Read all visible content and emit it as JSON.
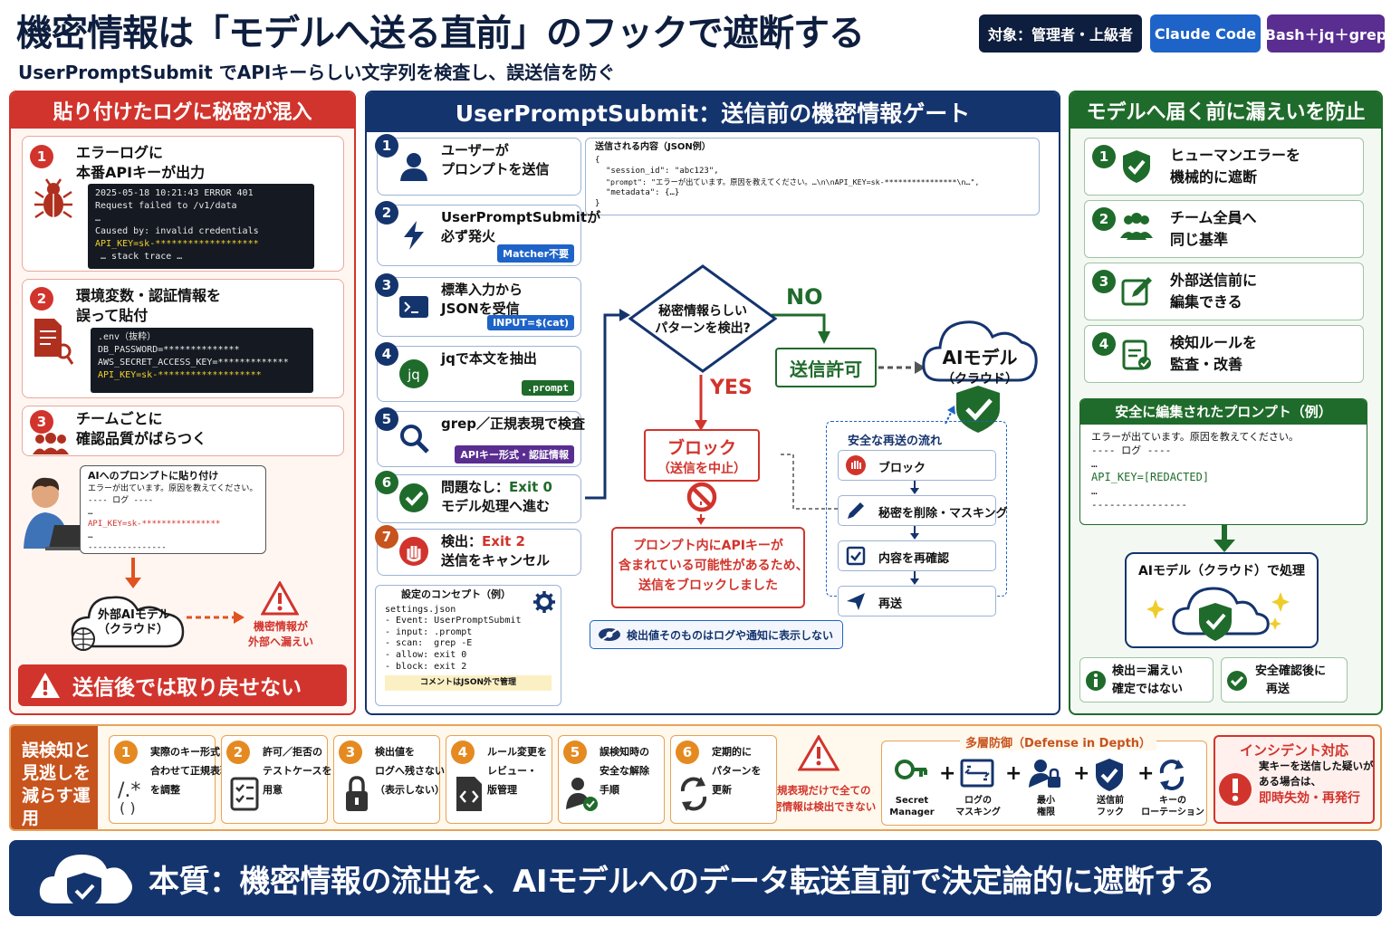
{
  "header": {
    "title": "機密情報は「モデルへ送る直前」のフックで遮断する",
    "subtitle": "UserPromptSubmit でAPIキーらしい文字列を検査し、誤送信を防ぐ",
    "tags": [
      "対象：管理者・上級者",
      "Claude Code",
      "Bash＋jq＋grep"
    ]
  },
  "left": {
    "title": "貼り付けたログに秘密が混入",
    "c1": {
      "num": "1",
      "line1": "エラーログに",
      "line2": "本番APIキーが出力",
      "term": [
        "2025-05-18 10:21:43 ERROR 401",
        "Request failed to /v1/data",
        "…",
        "Caused by: invalid credentials"
      ],
      "term_key": "API_KEY=sk-*******************",
      "term_trace": " … stack trace …"
    },
    "c2": {
      "num": "2",
      "line1": "環境変数・認証情報を",
      "line2": "誤って貼付",
      "term": [
        ".env（抜粋）",
        "DB_PASSWORD=**************",
        "AWS_SECRET_ACCESS_KEY=*************"
      ],
      "term_key": "API_KEY=sk-*******************"
    },
    "c3": {
      "num": "3",
      "line1": "チームごとに",
      "line2": "確認品質がばらつく"
    },
    "bubble": {
      "title": "AIへのプロンプトに貼り付け",
      "l1": "エラーが出ています。原因を教えてください。",
      "l2": "---- ログ ----",
      "l3": "…",
      "key": "API_KEY=sk-****************",
      "l5": "…",
      "l6": "----------------"
    },
    "cloud": {
      "l1": "外部AIモデル",
      "l2": "（クラウド）"
    },
    "leak": {
      "l1": "機密情報が",
      "l2": "外部へ漏えい"
    },
    "warning": "送信後では取り戻せない"
  },
  "middle": {
    "title": "UserPromptSubmit：送信前の機密情報ゲート",
    "steps": [
      {
        "num": "1",
        "l1": "ユーザーが",
        "l2": "プロンプトを送信",
        "pill": ""
      },
      {
        "num": "2",
        "l1": "UserPromptSubmitが",
        "l2": "必ず発火",
        "pill": "Matcher不要"
      },
      {
        "num": "3",
        "l1": "標準入力から",
        "l2": "JSONを受信",
        "pill": "INPUT=$(cat)"
      },
      {
        "num": "4",
        "l1": "jqで本文を抽出",
        "l2": "",
        "pill": ".prompt"
      },
      {
        "num": "5",
        "l1": "grep／正規表現で検査",
        "l2": "",
        "pill": "APIキー形式・認証情報"
      },
      {
        "num": "6",
        "l1": "問題なし：Exit 0",
        "l2": "モデル処理へ進む",
        "pill": ""
      },
      {
        "num": "7",
        "l1": "検出：Exit 2",
        "l2": "送信をキャンセル",
        "pill": ""
      }
    ],
    "json_box": {
      "title": "送信される内容（JSON例）",
      "l1": "{",
      "l2": "\"session_id\": \"abc123\",",
      "l3": "\"prompt\": \"エラーが出ています。原因を教えてください。…\\n\\nAPI_KEY=sk-****************\\n…\",",
      "l4": "\"metadata\": {…}",
      "l5": "}"
    },
    "diamond": {
      "l1": "秘密情報らしい",
      "l2": "パターンを検出?"
    },
    "no": "NO",
    "yes": "YES",
    "allow": "送信許可",
    "ai": {
      "l1": "AIモデル",
      "l2": "（クラウド）"
    },
    "block": {
      "l1": "ブロック",
      "l2": "（送信を中止）"
    },
    "msg": {
      "l1": "プロンプト内にAPIキーが",
      "l2": "含まれている可能性があるため、",
      "l3": "送信をブロックしました"
    },
    "resend": {
      "title": "安全な再送の流れ",
      "items": [
        "ブロック",
        "秘密を削除・マスキング",
        "内容を再確認",
        "再送"
      ]
    },
    "note": "検出値そのものはログや通知に表示しない",
    "concept": {
      "title": "設定のコンセプト（例）",
      "lines": [
        "settings.json",
        "- Event: UserPromptSubmit",
        "- input: .prompt",
        "- scan:  grep -E",
        "- allow: exit 0",
        "- block: exit 2"
      ],
      "footer": "コメントはJSON外で管理"
    }
  },
  "right": {
    "title": "モデルへ届く前に漏えいを防止",
    "items": [
      {
        "num": "1",
        "l1": "ヒューマンエラーを",
        "l2": "機械的に遮断"
      },
      {
        "num": "2",
        "l1": "チーム全員へ",
        "l2": "同じ基準"
      },
      {
        "num": "3",
        "l1": "外部送信前に",
        "l2": "編集できる"
      },
      {
        "num": "4",
        "l1": "検知ルールを",
        "l2": "監査・改善"
      }
    ],
    "safe": {
      "title": "安全に編集されたプロンプト（例）",
      "l1": "エラーが出ています。原因を教えてください。",
      "l2": "---- ログ ----",
      "l3": "…",
      "l4": "API_KEY=[REDACTED]",
      "l5": "…",
      "l6": "----------------"
    },
    "process": "AIモデル（クラウド）で処理",
    "b1": {
      "l1": "検出＝漏えい",
      "l2": "確定ではない"
    },
    "b2": {
      "l1": "安全確認後に",
      "l2": "再送"
    }
  },
  "bottom": {
    "label": {
      "l1": "誤検知と",
      "l2": "見逃しを",
      "l3": "減らす運用"
    },
    "items": [
      {
        "num": "1",
        "l1": "実際のキー形式に",
        "l2": "合わせて正規表現",
        "l3": "を調整"
      },
      {
        "num": "2",
        "l1": "許可／拒否の",
        "l2": "テストケースを",
        "l3": "用意"
      },
      {
        "num": "3",
        "l1": "検出値を",
        "l2": "ログへ残さない",
        "l3": "（表示しない）"
      },
      {
        "num": "4",
        "l1": "ルール変更を",
        "l2": "レビュー・",
        "l3": "版管理"
      },
      {
        "num": "5",
        "l1": "誤検知時の",
        "l2": "安全な解除",
        "l3": "手順"
      },
      {
        "num": "6",
        "l1": "定期的に",
        "l2": "パターンを",
        "l3": "更新"
      }
    ],
    "caution": {
      "l1": "正規表現だけで全ての",
      "l2": "秘密情報は検出できない"
    },
    "defense": {
      "title": "多層防御（Defense in Depth）",
      "items": [
        {
          "l1": "Secret",
          "l2": "Manager"
        },
        {
          "l1": "ログの",
          "l2": "マスキング"
        },
        {
          "l1": "最小",
          "l2": "権限"
        },
        {
          "l1": "送信前",
          "l2": "フック"
        },
        {
          "l1": "キーの",
          "l2": "ローテーション"
        }
      ]
    },
    "incident": {
      "title": "インシデント対応",
      "l1": "実キーを送信した疑いが",
      "l2": "ある場合は、",
      "l3": "即時失効・再発行"
    }
  },
  "footer": "本質：機密情報の流出を、AIモデルへのデータ転送直前で決定論的に遮断する",
  "colors": {
    "navy": "#14346e",
    "red": "#d1342c",
    "green": "#1f6b2b",
    "orange": "#c7531d",
    "purple": "#5a2d91",
    "blue": "#1e63c8"
  }
}
